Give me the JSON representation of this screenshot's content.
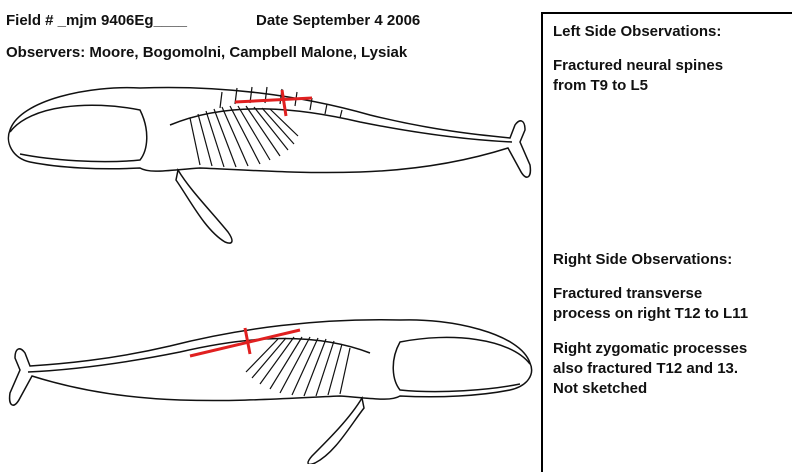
{
  "header": {
    "field": "Field # _mjm 9406Eg____",
    "date": "Date September 4 2006",
    "observers": "Observers: Moore, Bogomolni, Campbell Malone, Lysiak"
  },
  "left_side": {
    "heading": "Left Side Observations:",
    "text": "Fractured neural spines\nfrom T9 to L5"
  },
  "right_side": {
    "heading": "Right Side Observations:",
    "text1": "Fractured transverse\nprocess on right T12 to L11",
    "text2": "Right zygomatic processes\nalso fractured T12 and 13.\nNot sketched"
  },
  "colors": {
    "fracture_mark": "#e02020",
    "ink": "#111111"
  }
}
